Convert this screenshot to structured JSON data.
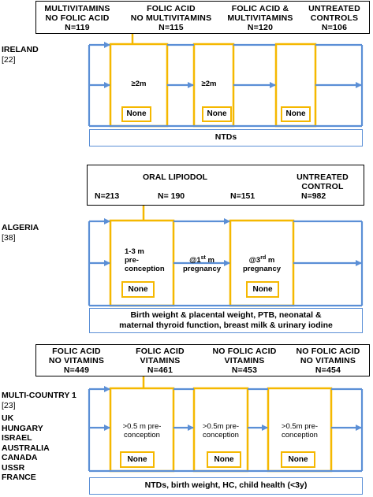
{
  "colors": {
    "arm_line": "#f5b800",
    "arrow": "#5b8fd6",
    "text": "#000000"
  },
  "panel1": {
    "headers": [
      {
        "line1": "MULTIVITAMINS",
        "line2": "NO FOLIC ACID",
        "n": "N=119"
      },
      {
        "line1": "FOLIC ACID",
        "line2": "NO MULTIVITAMINS",
        "n": "N=115"
      },
      {
        "line1": "FOLIC ACID &",
        "line2": "MULTIVITAMINS",
        "n": "N=120"
      },
      {
        "line1": "UNTREATED",
        "line2": "CONTROLS",
        "n": "N=106"
      }
    ],
    "country": "IRELAND",
    "ref": "[22]",
    "arm_labels": [
      "≥2m",
      "≥2m"
    ],
    "none_label": "None",
    "outcome": "NTDs"
  },
  "panel2": {
    "header_title": "ORAL LIPIODOL",
    "header_control_line1": "UNTREATED",
    "header_control_line2": "CONTROL",
    "n_values": [
      "N=213",
      "N= 190",
      "N=151",
      "N=982"
    ],
    "country": "ALGERIA",
    "ref": "[38]",
    "arm1_line1": "1-3 m",
    "arm1_line2": "pre-",
    "arm1_line3": "conception",
    "arm2_prefix": "@1",
    "arm2_sup": "st",
    "arm2_suffix": " m",
    "arm2_line2": "pregnancy",
    "arm3_prefix": "@3",
    "arm3_sup": "rd",
    "arm3_suffix": " m",
    "arm3_line2": "pregnancy",
    "none_label": "None",
    "outcome_line1": "Birth weight & placental weight, PTB, neonatal &",
    "outcome_line2": "maternal thyroid function, breast milk & urinary iodine"
  },
  "panel3": {
    "headers": [
      {
        "line1": "FOLIC ACID",
        "line2": "NO VITAMINS",
        "n": "N=449"
      },
      {
        "line1": "FOLIC ACID",
        "line2": "VITAMINS",
        "n": "N=461"
      },
      {
        "line1": "NO FOLIC ACID",
        "line2": "VITAMINS",
        "n": "N=453"
      },
      {
        "line1": "NO FOLIC ACID",
        "line2": "NO VITAMINS",
        "n": "N=454"
      }
    ],
    "country": "MULTI-COUNTRY  1",
    "ref": "[23]",
    "countries": [
      "UK",
      "HUNGARY",
      "ISRAEL",
      "AUSTRALIA",
      "CANADA",
      "USSR",
      "FRANCE"
    ],
    "arm_labels": [
      {
        "line1": ">0.5 m pre-",
        "line2": "conception"
      },
      {
        "line1": ">0.5m pre-",
        "line2": "conception"
      },
      {
        "line1": ">0.5m pre-",
        "line2": "conception"
      }
    ],
    "none_label": "None",
    "outcome": "NTDs, birth weight, HC, child health (<3y)"
  }
}
